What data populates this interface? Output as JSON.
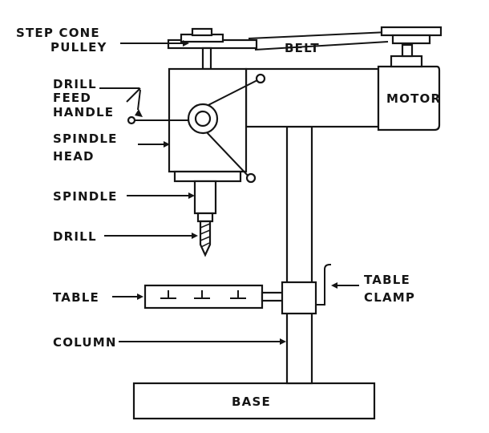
{
  "diagram": {
    "labels": {
      "step_cone_pulley_1": "STEP CONE",
      "step_cone_pulley_2": "PULLEY",
      "belt": "BELT",
      "motor": "MOTOR",
      "drill_feed_handle_1": "DRILL",
      "drill_feed_handle_2": "FEED",
      "drill_feed_handle_3": "HANDLE",
      "spindle_head_1": "SPINDLE",
      "spindle_head_2": "HEAD",
      "spindle": "SPINDLE",
      "drill": "DRILL",
      "table": "TABLE",
      "table_clamp_1": "TABLE",
      "table_clamp_2": "CLAMP",
      "column": "COLUMN",
      "base": "BASE"
    }
  }
}
